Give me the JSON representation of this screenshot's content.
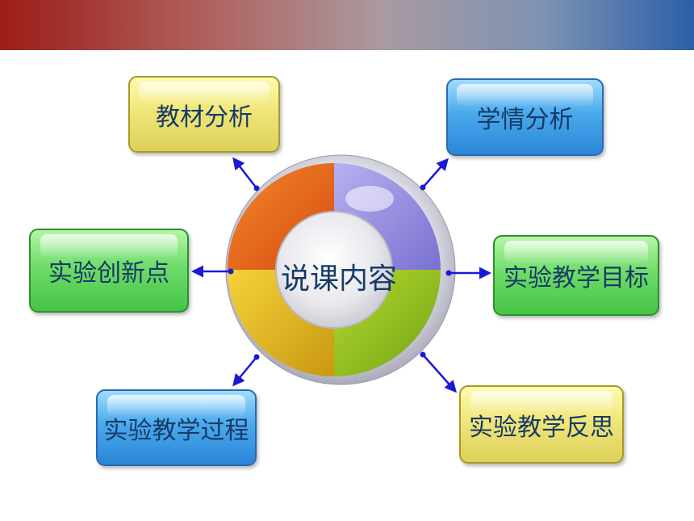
{
  "center": {
    "label": "说课内容"
  },
  "nodes": [
    {
      "id": "jiaocai",
      "label": "教材分析"
    },
    {
      "id": "xueqing",
      "label": "学情分析"
    },
    {
      "id": "chuangxin",
      "label": "实验创新点"
    },
    {
      "id": "mubiao",
      "label": "实验教学目标"
    },
    {
      "id": "guocheng",
      "label": "实验教学过程"
    },
    {
      "id": "fansi",
      "label": "实验教学反思"
    }
  ],
  "colors": {
    "ring_orange": "#e8651a",
    "ring_purple": "#8f86dc",
    "ring_green": "#8fbf1c",
    "ring_yellow": "#e0b81c",
    "arrow": "#1a1ad6",
    "text": "#173a66"
  }
}
